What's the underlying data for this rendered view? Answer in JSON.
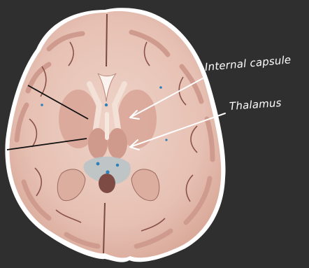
{
  "image": {
    "background_color": "#2f2f2f",
    "subject": "brain-horizontal-section",
    "tissue_color": "#e8c7bb",
    "grey_matter_color": "#d7a69a",
    "annotation_color": "#ffffff",
    "pointer_color": "#111111"
  },
  "annotations": {
    "internal_capsule": "Internal capsule",
    "thalamus": "Thalamus"
  }
}
